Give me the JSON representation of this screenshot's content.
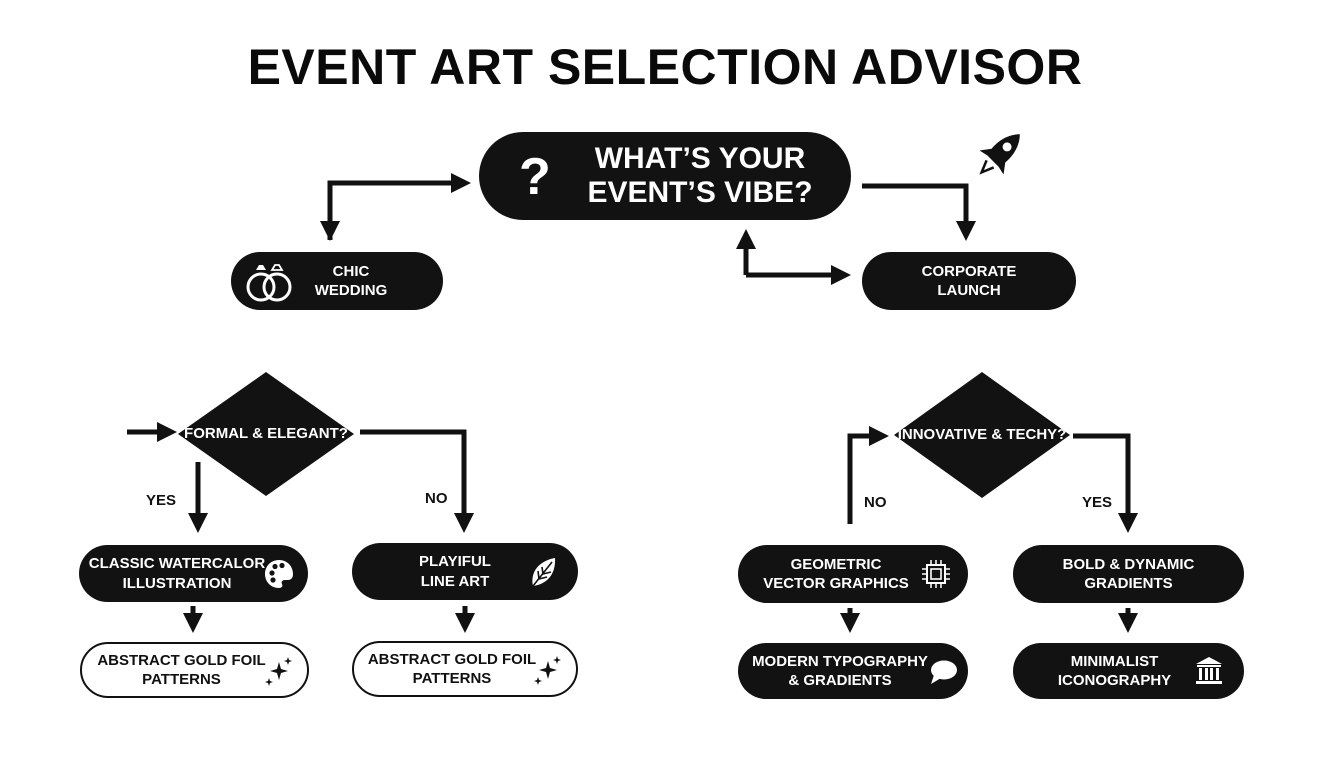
{
  "title": "EVENT ART SELECTION ADVISOR",
  "root": {
    "label_line1": "WHAT’S YOUR",
    "label_line2": "EVENT’S VIBE?",
    "icon": "question-mark-icon"
  },
  "categories": {
    "wedding": {
      "line1": "CHIC",
      "line2": "WEDDING",
      "icon": "wedding-rings-icon"
    },
    "corporate": {
      "line1": "CORPORATE",
      "line2": "LAUNCH",
      "icon": "rocket-icon"
    }
  },
  "decisions": {
    "formal": {
      "line1": "FORMAL &",
      "line2": "ELEGANT?",
      "yes_label": "YES",
      "no_label": "NO"
    },
    "techy": {
      "line1": "INNOVATIVE",
      "line2": "& TECHY?",
      "yes_label": "YES",
      "no_label": "NO"
    }
  },
  "results": {
    "watercolor": {
      "line1": "CLASSIC WATERCALOR",
      "line2": "ILLUSTRATION",
      "icon": "palette-icon"
    },
    "line_art": {
      "line1": "PLAYIFUL",
      "line2": "LINE ART",
      "icon": "leaf-icon"
    },
    "gold_foil_left": {
      "line1": "ABSTRACT GOLD FOIL",
      "line2": "PATTERNS",
      "icon": "sparkles-icon"
    },
    "gold_foil_right": {
      "line1": "ABSTRACT GOLD FOIL",
      "line2": "PATTERNS",
      "icon": "sparkles-icon"
    },
    "geometric": {
      "line1": "GEOMETRIC",
      "line2": "VECTOR GRAPHICS",
      "icon": "chip-icon"
    },
    "gradients": {
      "line1": "BOLD & DYNAMIC",
      "line2": "GRADIENTS"
    },
    "typography": {
      "line1": "MODERN TYPOGRAPHY",
      "line2": "& GRADIENTS",
      "icon": "speech-bubble-icon"
    },
    "iconography": {
      "line1": "MINIMALIST",
      "line2": "ICONOGRAPHY",
      "icon": "building-icon"
    }
  },
  "colors": {
    "node_fill": "#121212",
    "background": "#ffffff",
    "text_light": "#ffffff"
  }
}
